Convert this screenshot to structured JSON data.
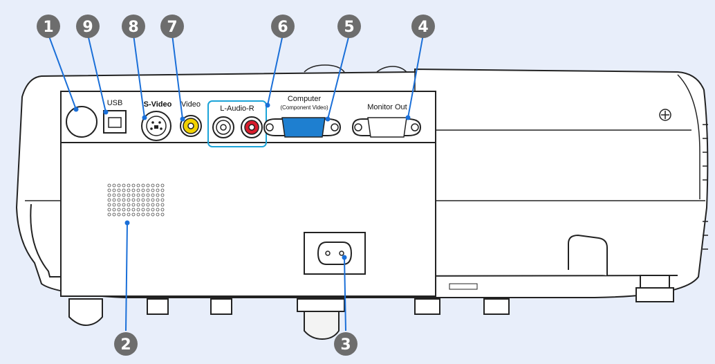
{
  "colors": {
    "background": "#e8eefa",
    "callout": "#6d6d6d",
    "leader": "#1a6fd8",
    "highlight": "#1aa3d8",
    "video_jack": "#f2d200",
    "audio_left": "#ffffff",
    "audio_right": "#d81c2c",
    "computer_port": "#1e7fd0"
  },
  "port_labels": {
    "usb": "USB",
    "svideo": "S-Video",
    "video": "Video",
    "audio": "L-Audio-R",
    "computer": "Computer",
    "computer_sub": "(Component Video)",
    "monitor": "Monitor Out"
  },
  "callouts": [
    {
      "id": "1",
      "label": "1",
      "target": "remote-receiver"
    },
    {
      "id": "9",
      "label": "9",
      "target": "usb-port"
    },
    {
      "id": "8",
      "label": "8",
      "target": "svideo-port"
    },
    {
      "id": "7",
      "label": "7",
      "target": "video-port"
    },
    {
      "id": "6",
      "label": "6",
      "target": "audio-ports"
    },
    {
      "id": "5",
      "label": "5",
      "target": "computer-port"
    },
    {
      "id": "4",
      "label": "4",
      "target": "monitor-out-port"
    },
    {
      "id": "2",
      "label": "2",
      "target": "speaker"
    },
    {
      "id": "3",
      "label": "3",
      "target": "power-inlet"
    }
  ]
}
